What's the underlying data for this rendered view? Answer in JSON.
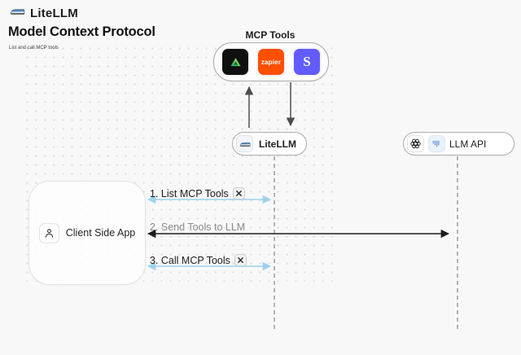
{
  "header": {
    "brand": "LiteLLM",
    "title": "Model Context Protocol",
    "subtitle": "List and call MCP tools"
  },
  "mcp_group": {
    "label": "MCP Tools",
    "tools": {
      "green_triangle": "green-triangle-tool",
      "zapier_label": "zapier",
      "stripe_label": "S"
    }
  },
  "nodes": {
    "litellm": {
      "label": "LiteLLM"
    },
    "llm_api": {
      "label": "LLM API"
    },
    "client": {
      "label": "Client Side App"
    }
  },
  "sequence": {
    "step1": {
      "label": "1. List MCP Tools"
    },
    "step2": {
      "label": "2. Send Tools to LLM"
    },
    "step3": {
      "label": "3. Call MCP Tools"
    }
  },
  "colors": {
    "background": "#f8f8f8",
    "cyan_arrow": "#9ed2ee",
    "black_arrow": "#1c1c1c",
    "lifeline_gray": "#9b9b9b",
    "zapier_orange": "#ff4f00",
    "stripe_purple": "#635bff",
    "tool_green": "#2fd575"
  }
}
